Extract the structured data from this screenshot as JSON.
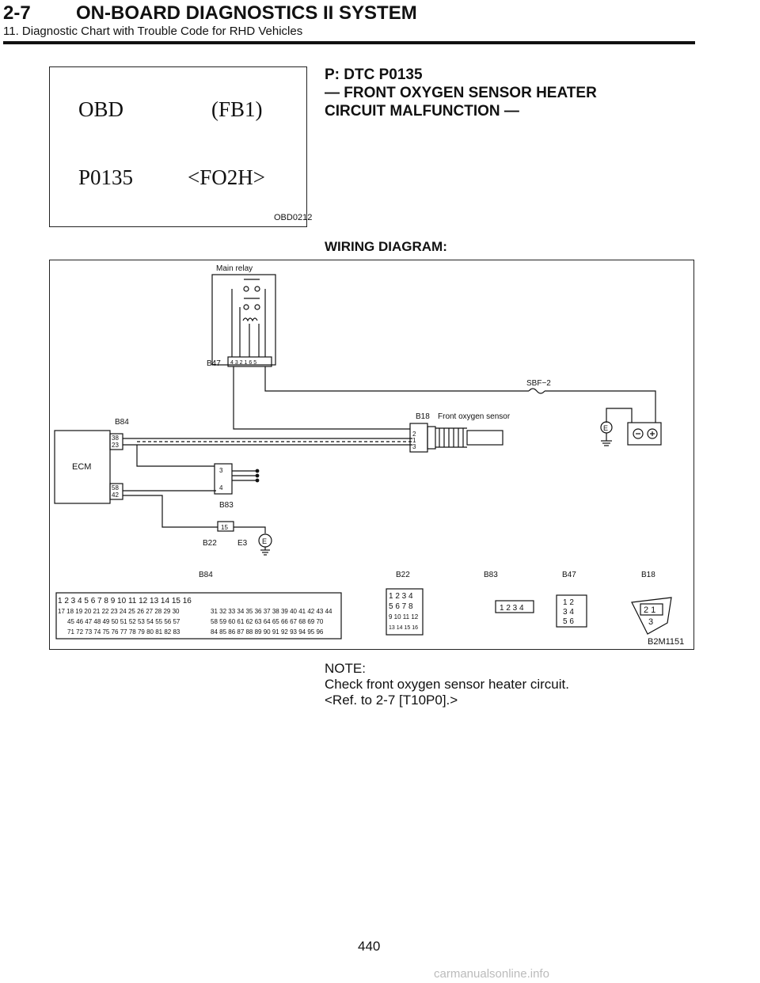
{
  "header": {
    "section_number": "2-7",
    "section_title": "ON-BOARD DIAGNOSTICS II SYSTEM",
    "subsection": "11. Diagnostic Chart with Trouble Code for RHD Vehicles"
  },
  "obd_display": {
    "line1_left": "OBD",
    "line1_right": "(FB1)",
    "line2_left": "P0135",
    "line2_right": "<FO2H>",
    "figure_code": "OBD0212"
  },
  "dtc": {
    "line1": "P:  DTC P0135",
    "line2": "— FRONT OXYGEN SENSOR HEATER",
    "line3": "CIRCUIT MALFUNCTION —"
  },
  "wiring": {
    "label": "WIRING DIAGRAM:",
    "figure_code": "B2M1151",
    "main_relay": "Main relay",
    "fuse": "SBF−2",
    "sensor": "Front oxygen sensor",
    "ecm": "ECM",
    "conn_b47": "B47",
    "conn_b84": "B84",
    "conn_b18": "B18",
    "conn_b83": "B83",
    "conn_b22": "B22",
    "conn_e3": "E3",
    "ground": "E",
    "pin_38": "38",
    "pin_23": "23",
    "pin_58": "58",
    "pin_42": "42",
    "pin_3": "3",
    "pin_4": "4",
    "pin_15": "15",
    "sensor_pin_2": "2",
    "sensor_pin_1": "1",
    "sensor_pin_3": "3",
    "relay_pins": "4 3 2 1 6 5",
    "b84_row1": "1 2 3 4 5 6 7 8 9 10 11 12 13 14 15 16",
    "b84_row2a": "17 18 19 20 21 22 23 24 25 26 27 28 29 30",
    "b84_row2b": "31 32 33 34 35 36 37 38 39 40 41 42 43 44",
    "b84_row3a": "45 46 47 48 49 50 51 52 53 54 55 56 57",
    "b84_row3b": "58 59 60 61 62 63 64 65 66 67 68 69 70",
    "b84_row4a": "71 72 73 74 75 76 77 78 79 80 81 82 83",
    "b84_row4b": "84 85 86 87 88 89 90 91 92 93 94 95 96",
    "b22_r1": "1 2 3 4",
    "b22_r2": "5 6 7 8",
    "b22_r3": "9 10 11 12",
    "b22_r4": "13 14 15 16",
    "b83_pins": "1 2 3 4",
    "b47_r1": "1 2",
    "b47_r2": "3 4",
    "b47_r3": "5 6",
    "b18_r1": "2 1",
    "b18_r2": "3"
  },
  "note": {
    "title": "NOTE:",
    "line1": "Check front oxygen sensor heater circuit.",
    "line2": "<Ref. to 2-7 [T10P0].>"
  },
  "footer": {
    "page_number": "440",
    "watermark": "carmanualsonline.info"
  }
}
